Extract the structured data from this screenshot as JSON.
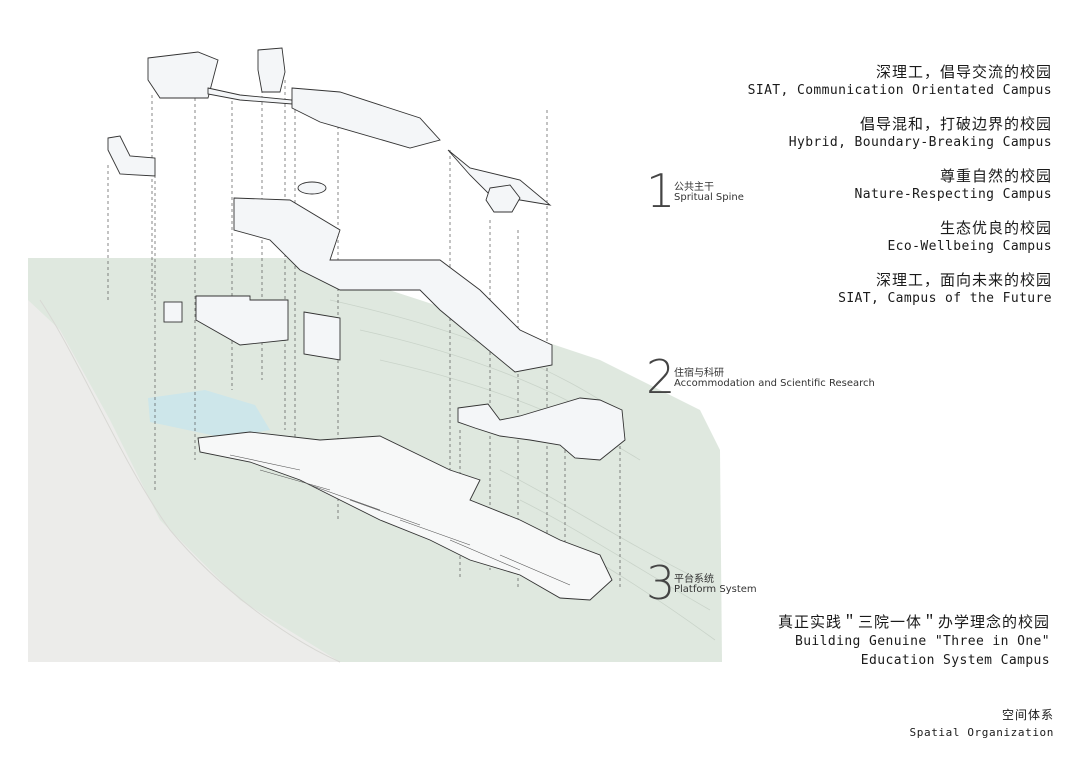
{
  "slogans": [
    {
      "cn": "深理工，倡导交流的校园",
      "en": "SIAT,  Communication Orientated Campus"
    },
    {
      "cn": "倡导混和，打破边界的校园",
      "en": "Hybrid, Boundary-Breaking Campus"
    },
    {
      "cn": "尊重自然的校园",
      "en": "Nature-Respecting Campus"
    },
    {
      "cn": "生态优良的校园",
      "en": "Eco-Wellbeing Campus"
    },
    {
      "cn": "深理工，面向未来的校园",
      "en": "SIAT, Campus of the Future"
    }
  ],
  "layers": [
    {
      "number": "1",
      "cn": "公共主干",
      "en": "Spritual Spine"
    },
    {
      "number": "2",
      "cn": "住宿与科研",
      "en": "Accommodation and Scientific Research"
    },
    {
      "number": "3",
      "cn": "平台系统",
      "en": "Platform System"
    }
  ],
  "final_slogan": {
    "cn": "真正实践＂三院一体＂办学理念的校园",
    "en_line1": "Building Genuine \"Three in One\"",
    "en_line2": "Education System Campus"
  },
  "caption": {
    "cn": "空间体系",
    "en": "Spatial Organization"
  },
  "colors": {
    "terrain": "#dfe8df",
    "water": "#cfe6ea",
    "road": "#ededeb",
    "ink": "#1a1a1a",
    "building": "#f4f6f8"
  }
}
